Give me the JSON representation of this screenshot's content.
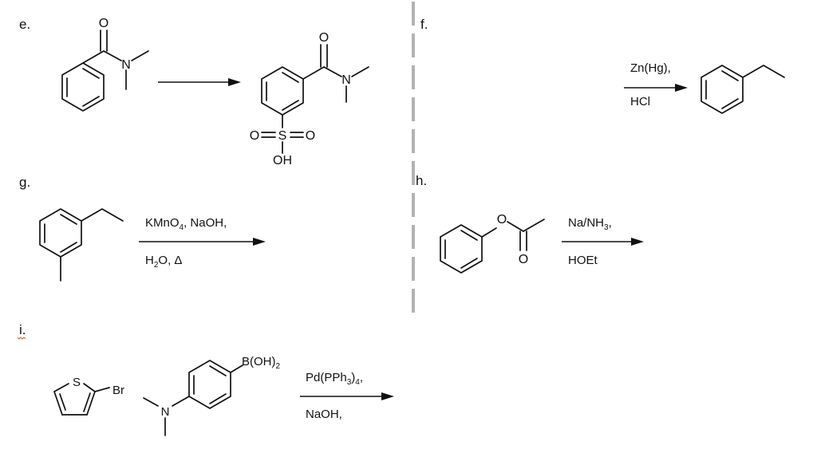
{
  "problems": [
    {
      "label": "e.",
      "reactant_atoms": [
        "O",
        "N"
      ],
      "product_atoms": [
        "O",
        "N",
        "O",
        "S",
        "O",
        "OH"
      ],
      "reagents": []
    },
    {
      "label": "f.",
      "reagents": [
        "Zn(Hg),",
        "HCl"
      ],
      "product": "ethylbenzene"
    },
    {
      "label": "g.",
      "reagents": [
        "KMnO",
        "4",
        ", NaOH,",
        "H",
        "2",
        "O, Δ"
      ]
    },
    {
      "label": "h.",
      "reactant_atoms": [
        "O",
        "O"
      ],
      "reagents": [
        "Na/NH",
        "3",
        ",",
        "HOEt"
      ]
    },
    {
      "label": "i.",
      "reactant_atoms": [
        "S",
        "Br",
        "N",
        "B(OH)",
        "2"
      ],
      "reagents": [
        "Pd(PPh",
        "3",
        ")",
        "4",
        ",",
        "NaOH,"
      ]
    }
  ],
  "colors": {
    "ink": "#111111",
    "divider": "#b3b3b3",
    "spellcheck": "#d06020"
  }
}
